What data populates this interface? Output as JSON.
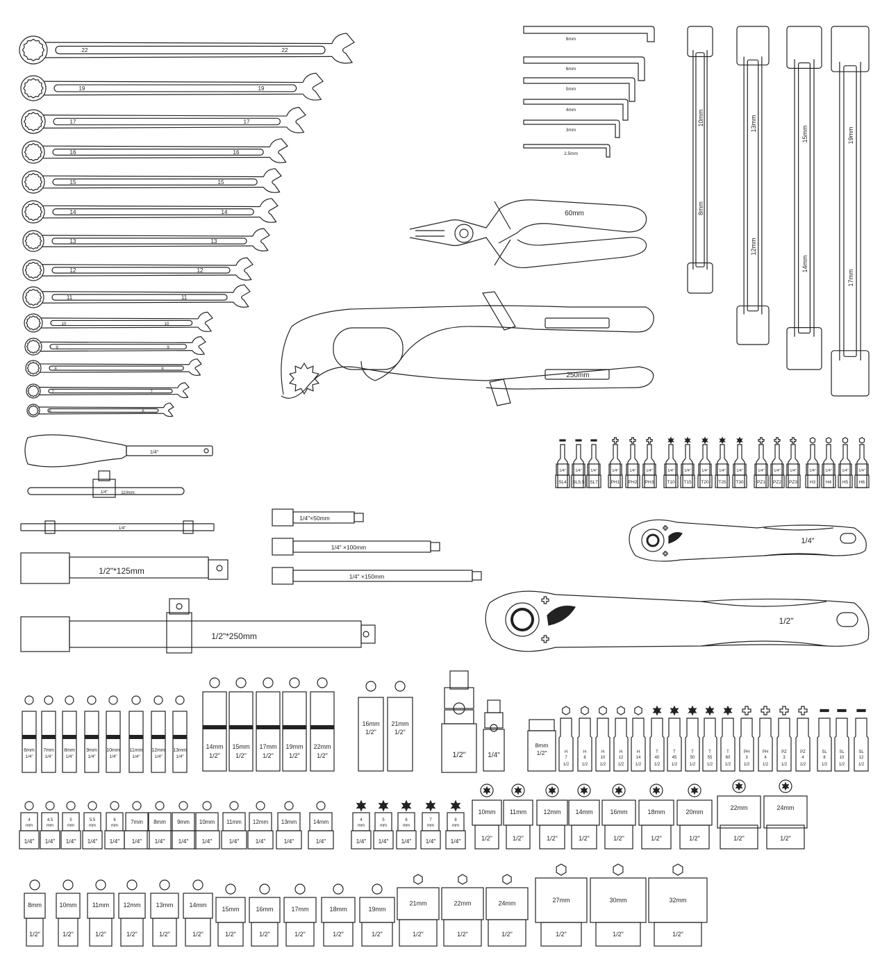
{
  "wrenches": [
    "22",
    "19",
    "17",
    "16",
    "15",
    "14",
    "13",
    "12",
    "11",
    "10",
    "9",
    "8",
    "7",
    "6"
  ],
  "hex_keys": [
    "8mm",
    "6mm",
    "5mm",
    "4mm",
    "3mm",
    "2.5mm"
  ],
  "double_end_wrenches": [
    {
      "top": "10mm",
      "bottom": "8mm"
    },
    {
      "top": "13mm",
      "bottom": "12mm"
    },
    {
      "top": "15mm",
      "bottom": "14mm"
    },
    {
      "top": "19mm",
      "bottom": "17mm"
    }
  ],
  "pliers": {
    "combination": "60mm",
    "water_pump": "250mm"
  },
  "screwdriver_handle": "1/4\"",
  "t_bar": {
    "drive": "1/4\"",
    "length": "110mm"
  },
  "flex_bar": "1/4\"",
  "extensions_quarter": [
    "1/4\"×50mm",
    "1/4\" ×100mm",
    "1/4\" ×150mm"
  ],
  "extension_half": "1/2\"*125mm",
  "breaker_bar": "1/2\"*250mm",
  "ratchets": [
    "1/4\"",
    "1/2\""
  ],
  "bits_top": [
    "SL4",
    "SL5.5",
    "SL7",
    "PH1",
    "PH2",
    "PH3",
    "T10",
    "T15",
    "T20",
    "T25",
    "T30",
    "PZ1",
    "PZ2",
    "PZ3",
    "H3",
    "H4",
    "H5",
    "H6"
  ],
  "bits_top_drive": "1/4\"",
  "deep_sockets_quarter": [
    {
      "size": "6mm",
      "drive": "1/4\""
    },
    {
      "size": "7mm",
      "drive": "1/4\""
    },
    {
      "size": "8mm",
      "drive": "1/4\""
    },
    {
      "size": "9mm",
      "drive": "1/4\""
    },
    {
      "size": "10mm",
      "drive": "1/4\""
    },
    {
      "size": "11mm",
      "drive": "1/4\""
    },
    {
      "size": "12mm",
      "drive": "1/4\""
    },
    {
      "size": "13mm",
      "drive": "1/4\""
    }
  ],
  "deep_sockets_half": [
    {
      "size": "14mm",
      "drive": "1/2\""
    },
    {
      "size": "15mm",
      "drive": "1/2\""
    },
    {
      "size": "17mm",
      "drive": "1/2\""
    },
    {
      "size": "19mm",
      "drive": "1/2\""
    },
    {
      "size": "22mm",
      "drive": "1/2\""
    }
  ],
  "spark_plug_sockets": [
    {
      "size": "16mm",
      "drive": "1/2\""
    },
    {
      "size": "21mm",
      "drive": "1/2\""
    }
  ],
  "universal_joints": [
    "1/2\"",
    "1/4\""
  ],
  "bit_adapter": {
    "size": "8mm",
    "drive": "1/2\""
  },
  "bits_half": [
    "H 7",
    "H 8",
    "H 10",
    "H 12",
    "H 14",
    "T 40",
    "T 45",
    "T 50",
    "T 55",
    "T 60",
    "PH 3",
    "PH 4",
    "PZ 3",
    "PZ 4",
    "SL 8",
    "SL 10",
    "SL 12"
  ],
  "bits_half_drive": "1/2",
  "sockets_quarter": [
    "4 mm",
    "4.5 mm",
    "5 mm",
    "5.5 mm",
    "6 mm",
    "7mm",
    "8mm",
    "9mm",
    "10mm",
    "11mm",
    "12mm",
    "13mm",
    "14mm"
  ],
  "sockets_quarter_drive": "1/4\"",
  "torx_quarter": [
    "4 mm",
    "5 mm",
    "6 mm",
    "7 mm",
    "8 mm"
  ],
  "torx_quarter_drive": "1/4\"",
  "torx_half": [
    "10mm",
    "11mm",
    "12mm",
    "14mm",
    "16mm",
    "18mm",
    "20mm",
    "22mm",
    "24mm"
  ],
  "torx_half_drive": "1/2\"",
  "sockets_half": [
    "8mm",
    "10mm",
    "11mm",
    "12mm",
    "13mm",
    "14mm",
    "15mm",
    "16mm",
    "17mm",
    "18mm",
    "19mm",
    "21mm",
    "22mm",
    "24mm",
    "27mm",
    "30mm",
    "32mm"
  ],
  "sockets_half_drive": "1/2\""
}
